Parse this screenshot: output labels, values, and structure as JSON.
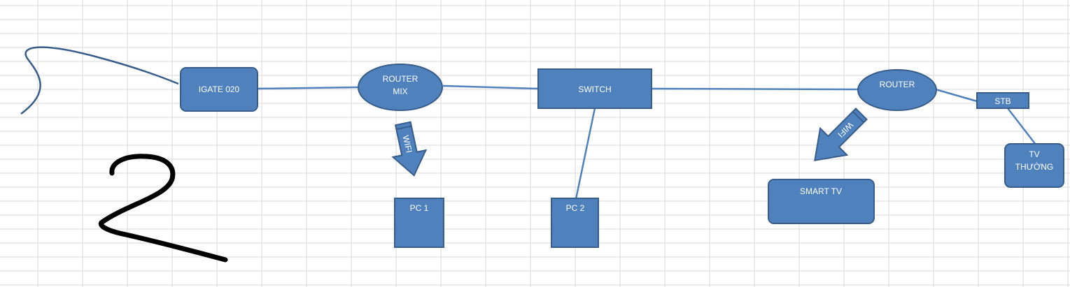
{
  "nodes": {
    "igate": {
      "label": "IGATE 020"
    },
    "router_mix": {
      "label_line1": "ROUTER",
      "label_line2": "MIX"
    },
    "switch": {
      "label": "SWITCH"
    },
    "router": {
      "label": "ROUTER"
    },
    "stb": {
      "label": "STB"
    },
    "tv": {
      "label_line1": "TV",
      "label_line2": "THƯỜNG"
    },
    "pc1": {
      "label": "PC 1"
    },
    "pc2": {
      "label": "PC 2"
    },
    "smart_tv": {
      "label": "SMART TV"
    }
  },
  "arrows": {
    "wifi_left": {
      "label": "WIFI"
    },
    "wifi_right": {
      "label": "WIFI"
    }
  },
  "colors": {
    "shape_fill": "#4f81bd",
    "shape_stroke": "#385d8a",
    "connector": "#4f81bd",
    "gridline": "#dadada",
    "ink": "#000000"
  },
  "icons": {
    "handwritten_digit": "handwritten-2-scribble",
    "freehand_curve": "incoming-cable-curve"
  }
}
